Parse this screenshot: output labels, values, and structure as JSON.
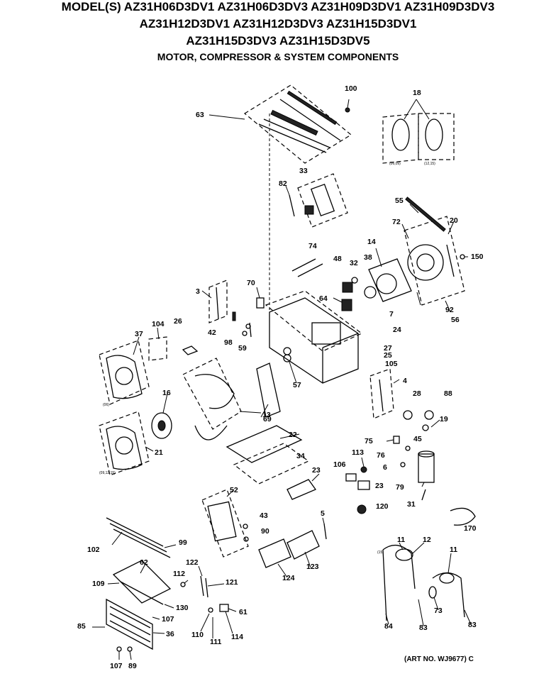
{
  "header": {
    "line1": "MODEL(S) AZ31H06D3DV1  AZ31H06D3DV3  AZ31H09D3DV1  AZ31H09D3DV3",
    "line2": "AZ31H12D3DV1  AZ31H12D3DV3  AZ31H15D3DV1",
    "line3": "AZ31H15D3DV3  AZ31H15D3DV5",
    "subtitle": "MOTOR, COMPRESSOR & SYSTEM COMPONENTS"
  },
  "part_labels": [
    "100",
    "63",
    "18",
    "33",
    "82",
    "55",
    "20",
    "72",
    "150",
    "74",
    "48",
    "32",
    "38",
    "14",
    "3",
    "70",
    "64",
    "7",
    "92",
    "24",
    "56",
    "26",
    "104",
    "37",
    "42",
    "98",
    "59",
    "27",
    "25",
    "105",
    "16",
    "57",
    "13",
    "69",
    "4",
    "28",
    "88",
    "19",
    "22",
    "34",
    "21",
    "75",
    "45",
    "113",
    "76",
    "6",
    "106",
    "23",
    "23",
    "79",
    "31",
    "52",
    "43",
    "120",
    "5",
    "170",
    "90",
    "99",
    "102",
    "123",
    "124",
    "11",
    "12",
    "11",
    "62",
    "112",
    "122",
    "121",
    "109",
    "130",
    "107",
    "61",
    "85",
    "36",
    "110",
    "111",
    "114",
    "84",
    "83",
    "73",
    "83",
    "107",
    "89"
  ],
  "notes": {
    "note_06_09": "(06,09)",
    "note_12_15": "(12,15)",
    "note_06": "(06)",
    "note_09_12_15": "(09,12,15)",
    "note_15": "(15)"
  },
  "footer": {
    "art_no": "(ART NO. WJ9677) C"
  }
}
